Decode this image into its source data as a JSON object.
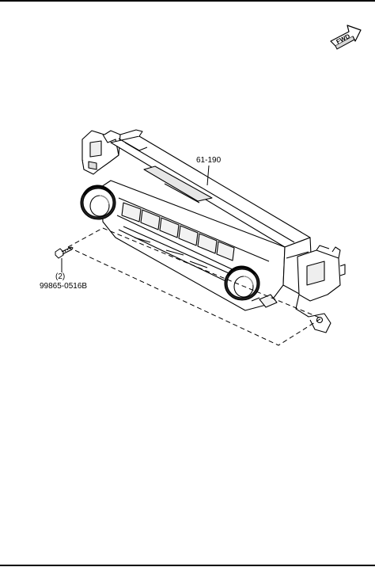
{
  "diagram": {
    "part_label": "61-190",
    "screw_qty": "(2)",
    "screw_part_number": "99865-0516B",
    "fwd_label": "FWD"
  },
  "colors": {
    "line": "#000000",
    "background": "#ffffff"
  }
}
